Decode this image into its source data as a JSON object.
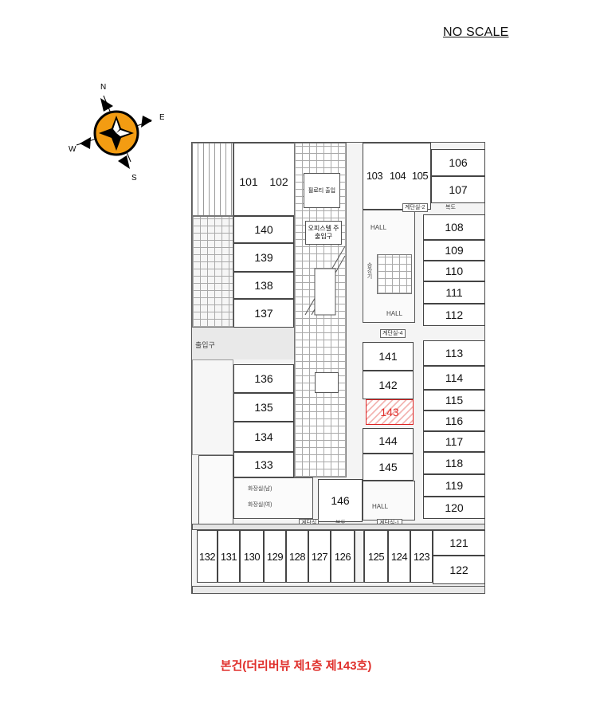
{
  "header": {
    "scale_note": "NO SCALE"
  },
  "compass": {
    "n": "N",
    "e": "E",
    "s": "S",
    "w": "W",
    "accent_color": "#f39c12"
  },
  "plan": {
    "highlight_color": "#e0302c",
    "units": [
      "101",
      "102",
      "103",
      "104",
      "105",
      "106",
      "107",
      "108",
      "109",
      "110",
      "111",
      "112",
      "113",
      "114",
      "115",
      "116",
      "117",
      "118",
      "119",
      "120",
      "121",
      "122",
      "123",
      "124",
      "125",
      "126",
      "127",
      "128",
      "129",
      "130",
      "131",
      "132",
      "133",
      "134",
      "135",
      "136",
      "137",
      "138",
      "139",
      "140",
      "141",
      "142",
      "143",
      "144",
      "145",
      "146"
    ],
    "target_unit": "143",
    "labels": {
      "entrance_top": "필로티 출입",
      "office_entrance": "오피스텔 주출입구",
      "hall": "HALL",
      "corridor": "복도",
      "stair": "계단실",
      "stair_2": "계단실-2",
      "stair_4": "계단실-4",
      "stair_1": "계단실-1",
      "entrance_left": "출입구",
      "elevator": "승강기",
      "restroom_m": "화장실(남)",
      "restroom_f": "화장실(여)"
    }
  },
  "caption": "본건(더리버뷰 제1층 제143호)"
}
